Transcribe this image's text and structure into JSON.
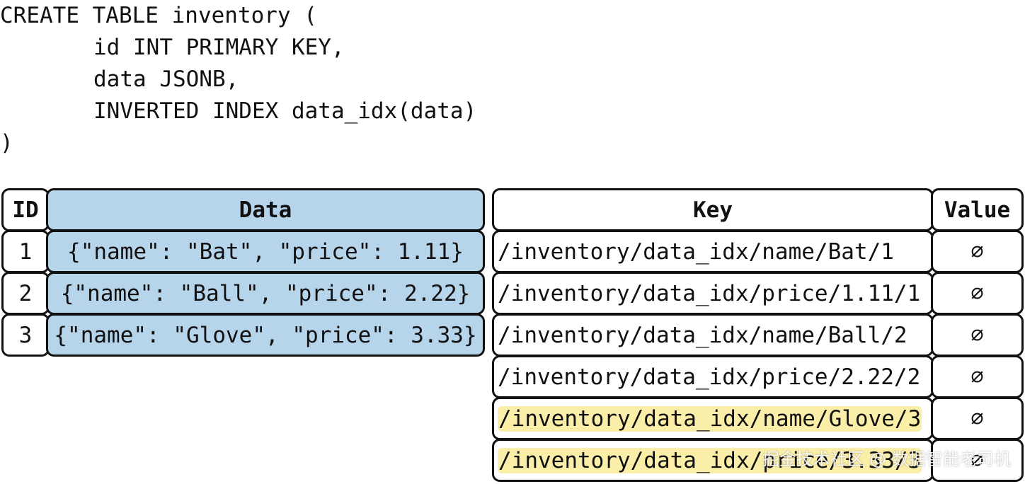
{
  "sql": {
    "lines": [
      "CREATE TABLE inventory (",
      "id INT PRIMARY KEY,",
      "data JSONB,",
      "INVERTED INDEX data_idx(data)",
      ")"
    ]
  },
  "left_table": {
    "headers": {
      "id": "ID",
      "data": "Data"
    },
    "rows": [
      {
        "id": "1",
        "data": "{\"name\": \"Bat\", \"price\": 1.11}"
      },
      {
        "id": "2",
        "data": "{\"name\": \"Ball\", \"price\": 2.22}"
      },
      {
        "id": "3",
        "data": "{\"name\": \"Glove\", \"price\": 3.33}"
      }
    ]
  },
  "index_table": {
    "headers": {
      "key": "Key",
      "value": "Value"
    },
    "rows": [
      {
        "key": "/inventory/data_idx/name/Bat/1",
        "value": "∅",
        "highlighted": false
      },
      {
        "key": "/inventory/data_idx/price/1.11/1",
        "value": "∅",
        "highlighted": false
      },
      {
        "key": "/inventory/data_idx/name/Ball/2",
        "value": "∅",
        "highlighted": false
      },
      {
        "key": "/inventory/data_idx/price/2.22/2",
        "value": "∅",
        "highlighted": false
      },
      {
        "key": "/inventory/data_idx/name/Glove/3",
        "value": "∅",
        "highlighted": true
      },
      {
        "key": "/inventory/data_idx/price/3.33/3",
        "value": "∅",
        "highlighted": true
      }
    ]
  },
  "colors": {
    "data_cell": "#b6d4ea",
    "highlight": "#fbeea8",
    "border": "#111111"
  },
  "watermark": "掘金技术社区 @ 数据智能老司机"
}
